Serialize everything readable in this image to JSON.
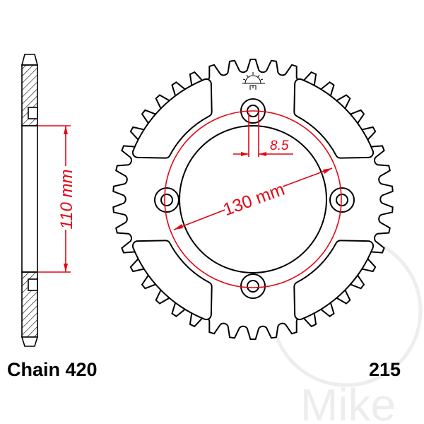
{
  "dimensions": {
    "hub_height": "110 mm",
    "pitch_circle": "130 mm",
    "bolt_hole": "8.5"
  },
  "footer": {
    "chain_label": "Chain 420",
    "part_number": "215"
  },
  "watermark": {
    "text": "Mike"
  },
  "colors": {
    "dimension": "#e30613",
    "outline": "#000000",
    "watermark": "#dddddd"
  }
}
